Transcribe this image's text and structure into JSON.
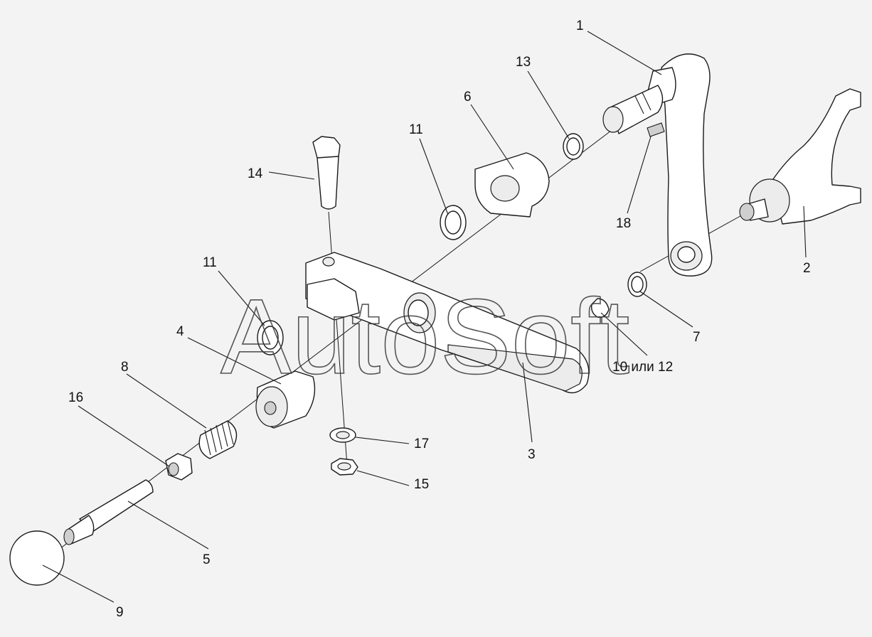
{
  "watermark": "AutoSoft",
  "callouts": {
    "c1": "1",
    "c2": "2",
    "c3": "3",
    "c4": "4",
    "c5": "5",
    "c6": "6",
    "c7": "7",
    "c8": "8",
    "c9": "9",
    "c10_12": "10 или 12",
    "c11a": "11",
    "c11b": "11",
    "c13": "13",
    "c14": "14",
    "c15": "15",
    "c16": "16",
    "c17": "17",
    "c18": "18"
  }
}
